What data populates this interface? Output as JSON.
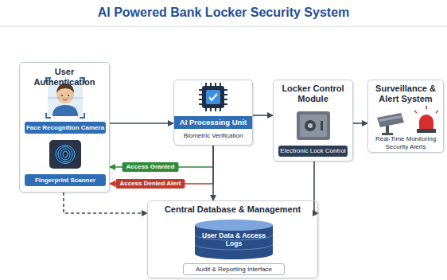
{
  "diagram": {
    "title": "AI Powered Bank Locker Security System",
    "nodes": [
      {
        "text": [
          "User Authentication"
        ]
      },
      {
        "text": [
          "Face Recognition Camera"
        ],
        "in": 0
      },
      {
        "text": [
          "Fingerprint Scanner"
        ],
        "in": 0
      },
      {
        "text": [
          "AI Processing Unit",
          "Biometric Verification"
        ]
      },
      {
        "text": [
          "Locker Control Module",
          "Electronic Lock Control"
        ]
      },
      {
        "text": [
          "Surveillance & Alert System",
          "Real-Time Monitoring Security Alerts"
        ]
      },
      {
        "text": [
          "Central Database & Management"
        ]
      },
      {
        "text": [
          "User Data & Access Logs"
        ],
        "in": 6
      },
      {
        "text": [
          "Audit & Reporting Interface"
        ],
        "in": 6
      }
    ],
    "edges": [
      {
        "from": 0,
        "to": 3,
        "arrow": "to"
      },
      {
        "from": 3,
        "to": 4,
        "arrow": "to"
      },
      {
        "from": 4,
        "to": 5,
        "arrow": "to"
      },
      {
        "from": 3,
        "to": 0,
        "label": "Access Granted",
        "arrow": "to"
      },
      {
        "from": 3,
        "to": 0,
        "label": "Access Denied Alert",
        "arrow": "to"
      },
      {
        "from": 3,
        "to": 6,
        "arrow": "to"
      },
      {
        "from": 4,
        "to": 6,
        "arrow": "to"
      },
      {
        "from": 0,
        "to": 6,
        "arrow": "to"
      }
    ]
  }
}
